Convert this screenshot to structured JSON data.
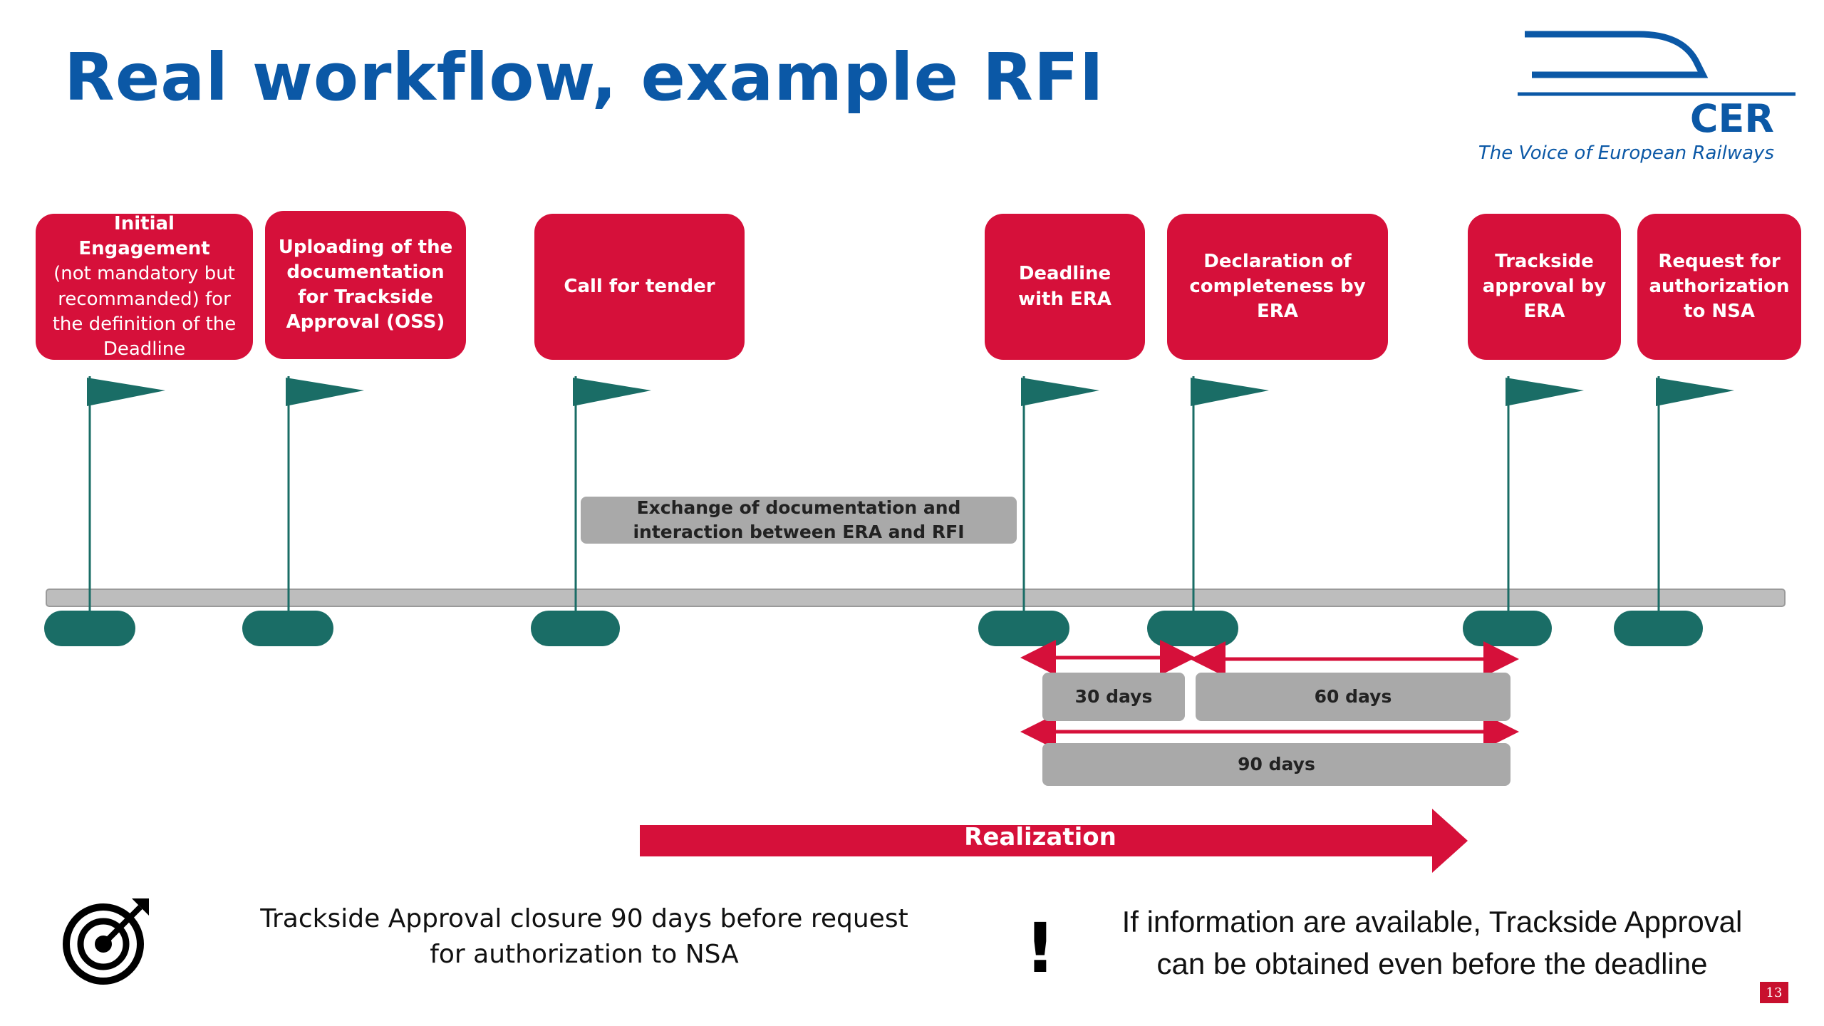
{
  "title": "Real workflow, example RFI",
  "logo": {
    "name": "CER",
    "tagline": "The Voice of European Railways"
  },
  "milestones": [
    {
      "label_bold": "Initial Engagement",
      "label_rest": "(not mandatory but recommanded) for the definition of the Deadline"
    },
    {
      "label_bold": "Uploading of the documentation for Trackside Approval (OSS)",
      "label_rest": ""
    },
    {
      "label_bold": "Call for tender",
      "label_rest": ""
    },
    {
      "label_bold": "Deadline with ERA",
      "label_rest": ""
    },
    {
      "label_bold": "Declaration of completeness by ERA",
      "label_rest": ""
    },
    {
      "label_bold": "Trackside approval by ERA",
      "label_rest": ""
    },
    {
      "label_bold": "Request for authorization to NSA",
      "label_rest": ""
    }
  ],
  "exchange_label": "Exchange of documentation and interaction between ERA and RFI",
  "durations": {
    "d30": "30 days",
    "d60": "60 days",
    "d90": "90 days"
  },
  "realization": "Realization",
  "notes": {
    "left": "Trackside Approval closure 90 days before request for authorization to NSA",
    "right": "If information are available, Trackside Approval can be obtained even before the deadline",
    "bang": "!"
  },
  "icons": {
    "target": "target-icon",
    "flag": "flag-icon"
  },
  "colors": {
    "accent": "#d6103a",
    "title": "#0b58a6",
    "teal": "#1a6d66",
    "gray": "#a9a9a9"
  },
  "page_number": "13"
}
